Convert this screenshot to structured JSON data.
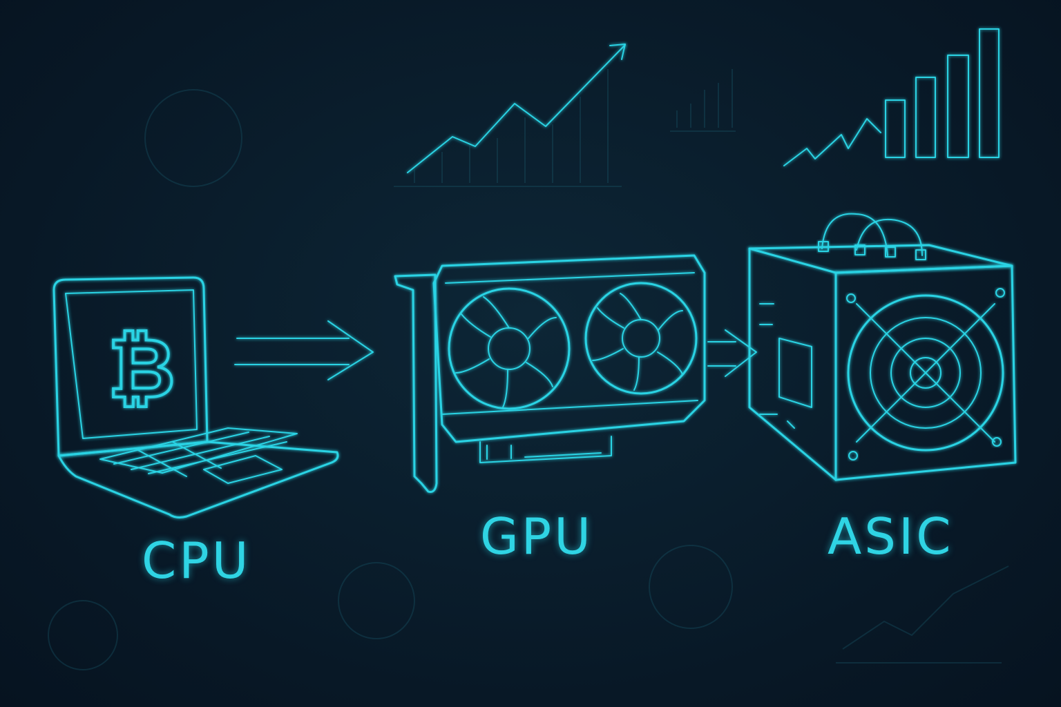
{
  "stages": [
    {
      "label": "CPU",
      "icon": "laptop-bitcoin-icon"
    },
    {
      "label": "GPU",
      "icon": "graphics-card-icon"
    },
    {
      "label": "ASIC",
      "icon": "asic-miner-icon"
    }
  ],
  "colors": {
    "background": "#0a1c2a",
    "accent": "#2ad3e4"
  }
}
